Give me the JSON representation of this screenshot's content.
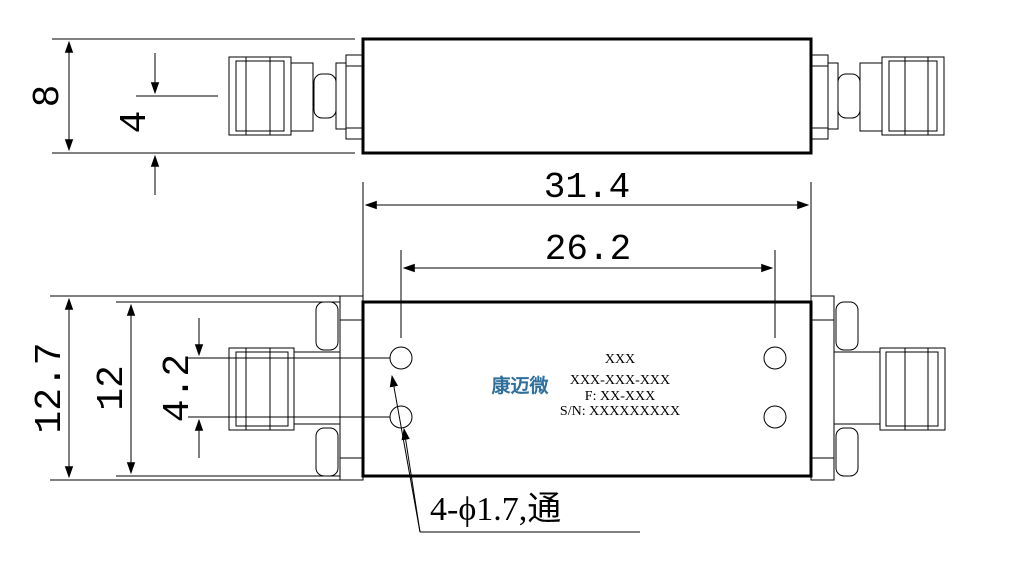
{
  "dimensions": {
    "height_side": "8",
    "connector_side": "4",
    "total_length": "31.4",
    "hole_spacing": "26.2",
    "width_total": "12.7",
    "width_body": "12",
    "hole_pitch": "4.2",
    "mounting_holes": "4-ϕ1.7,通"
  },
  "label": {
    "brand": "康迈微",
    "model": "XXX",
    "part_number": "XXX-XXX-XXX",
    "frequency": "F: XX-XXX",
    "serial": "S/N: XXXXXXXXX"
  },
  "colors": {
    "line": "#000000",
    "brand": "#2e6f9c",
    "background": "#ffffff"
  }
}
